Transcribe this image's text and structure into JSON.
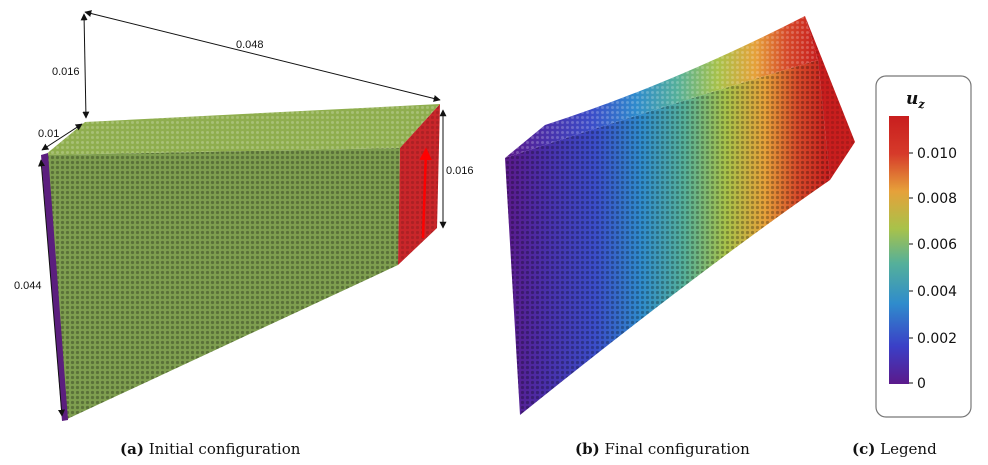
{
  "panels": {
    "a": {
      "label": "(a)",
      "caption": "Initial configuration",
      "dimensions": {
        "length": "0.048",
        "height_left": "0.016",
        "width": "0.01",
        "depth": "0.044",
        "height_right": "0.016"
      },
      "colors": {
        "top": "#8fae4e",
        "side": "#7e9e4f",
        "left_edge": "#5b1e7e",
        "end_face": "#c9262a",
        "arrow": "#ff0000"
      }
    },
    "b": {
      "label": "(b)",
      "caption": "Final configuration"
    },
    "c": {
      "label": "(c)",
      "caption": "Legend",
      "legend_title": "u",
      "legend_subscript": "z",
      "ticks": [
        "0.010",
        "0.008",
        "0.006",
        "0.004",
        "0.002",
        "0"
      ],
      "colormap": [
        "#5b1a8b",
        "#3b3fc7",
        "#2f8ccc",
        "#55b09a",
        "#a8c24a",
        "#e6a13a",
        "#d63a2a",
        "#c81e1e"
      ]
    }
  }
}
